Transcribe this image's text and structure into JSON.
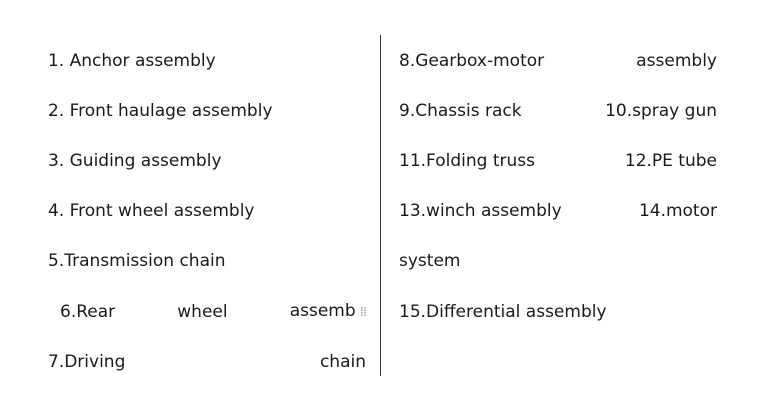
{
  "left_column": {
    "item1": "1. Anchor assembly",
    "item2": "2. Front haulage assembly",
    "item3": "3. Guiding assembly",
    "item4": "4. Front wheel assembly",
    "item5": "5.Transmission chain",
    "item6": {
      "a": "6.Rear",
      "b": "wheel",
      "c": "assemb"
    },
    "item7": {
      "a": "7.Driving",
      "b": "chain"
    }
  },
  "right_column": {
    "item8": {
      "a": "8.Gearbox-motor",
      "b": "assembly"
    },
    "item9": {
      "a": "9.Chassis rack",
      "b": "10.spray gun"
    },
    "item11": {
      "a": "11.Folding truss",
      "b": "12.PE tube"
    },
    "item13": {
      "a": "13.winch assembly",
      "b": "14.motor"
    },
    "item13_cont": "system",
    "item15": "15.Differential assembly"
  },
  "icons": {
    "grip": "drag-handle-icon"
  }
}
